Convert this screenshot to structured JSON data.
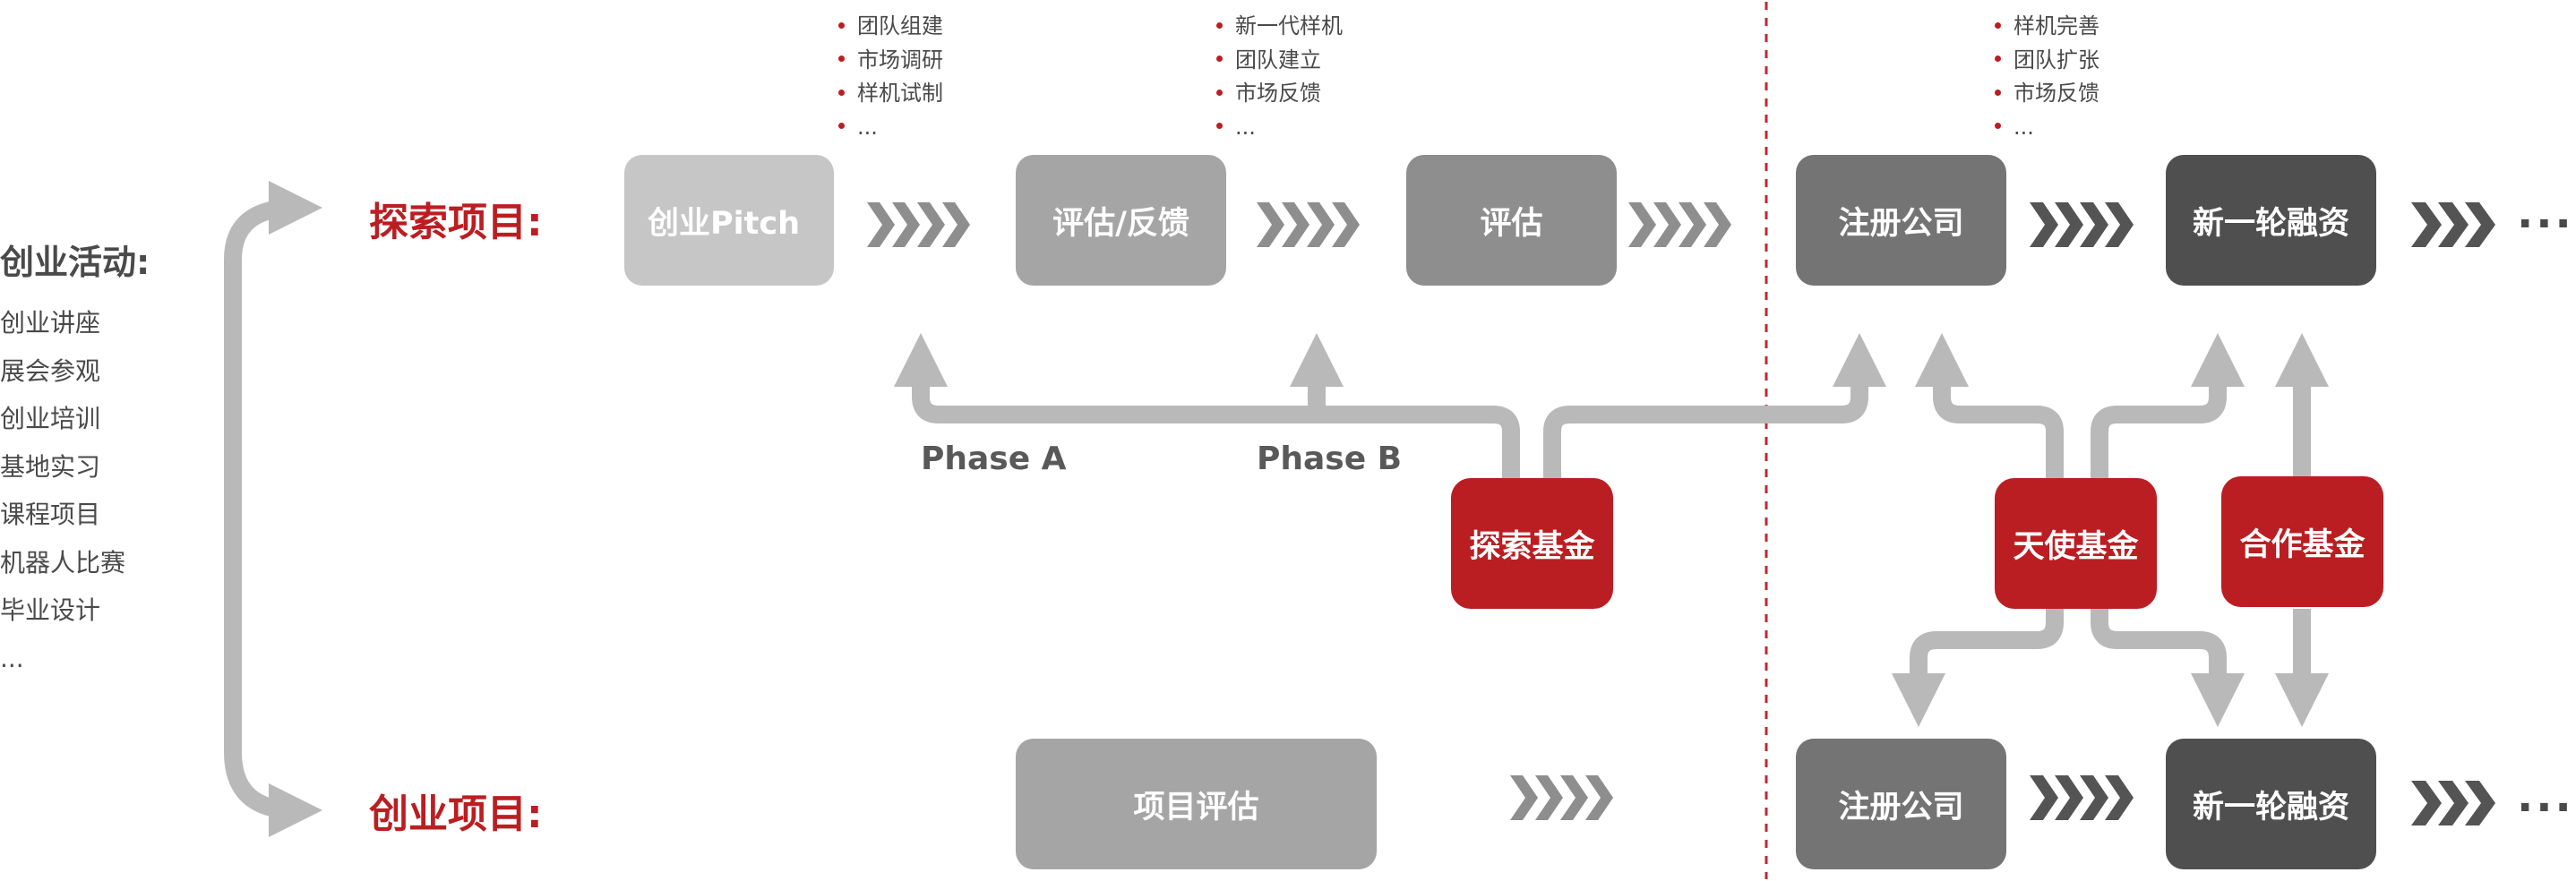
{
  "colors": {
    "accent_red": "#bb1e22",
    "arrow_gray": "#b9b9b9",
    "chevron_gray": "#8e8e8e",
    "chevron_dark": "#545454",
    "box_lightest": "#c6c6c6",
    "box_light": "#a5a5a5",
    "box_mid": "#8e8e8e",
    "box_dark": "#747474",
    "box_darkest": "#4f4f4f"
  },
  "activities": {
    "title": "创业活动:",
    "items": [
      "创业讲座",
      "展会参观",
      "创业培训",
      "基地实习",
      "课程项目",
      "机器人比赛",
      "毕业设计",
      "..."
    ]
  },
  "rows": {
    "explore_label": "探索项目:",
    "startup_label": "创业项目:"
  },
  "stages": {
    "pitch": "创业Pitch",
    "review_feedback": "评估/反馈",
    "review": "评估",
    "register_top": "注册公司",
    "funding_top": "新一轮融资",
    "project_review": "项目评估",
    "register_bottom": "注册公司",
    "funding_bottom": "新一轮融资"
  },
  "funds": {
    "explore": "探索基金",
    "angel": "天使基金",
    "partner": "合作基金"
  },
  "phases": {
    "a": "Phase A",
    "b": "Phase B"
  },
  "bullets": {
    "after_pitch": [
      "团队组建",
      "市场调研",
      "样机试制",
      "..."
    ],
    "after_review_feedback": [
      "新一代样机",
      "团队建立",
      "市场反馈",
      "..."
    ],
    "after_register": [
      "样机完善",
      "团队扩张",
      "市场反馈",
      "..."
    ]
  },
  "continuation": "..."
}
